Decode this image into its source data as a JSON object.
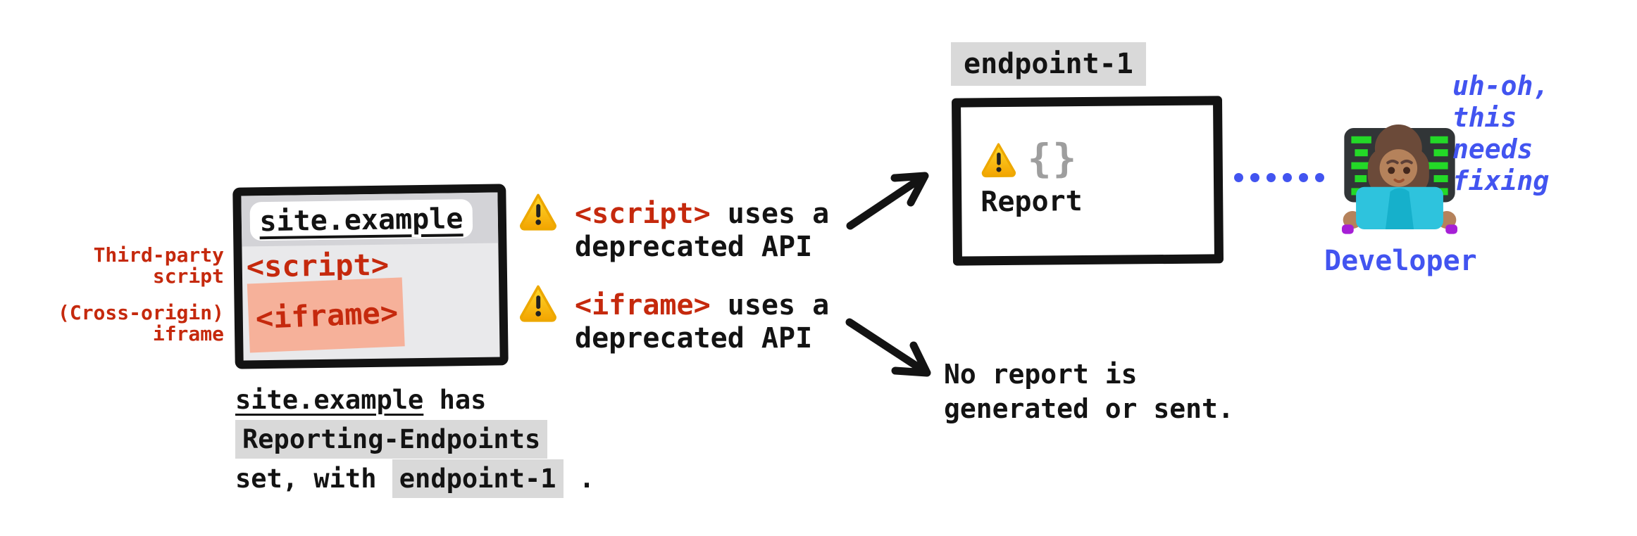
{
  "diagram": {
    "window": {
      "url": "site.example",
      "script_tag": "<script >",
      "iframe_tag": "<iframe>"
    },
    "side_labels": {
      "third_party": "Third-party\nscript",
      "cross_origin": "(Cross-origin)\niframe"
    },
    "caption": {
      "site": "site.example",
      "has": " has",
      "header_name": "Reporting-Endpoints",
      "set_with": "set, with",
      "endpoint": "endpoint-1",
      "period": "."
    },
    "warnings": [
      {
        "tag": "<script >",
        "rest": " uses a",
        "line2": "deprecated API"
      },
      {
        "tag": "<iframe>",
        "rest": " uses a",
        "line2": "deprecated API"
      }
    ],
    "endpoint_box": {
      "label": "endpoint-1",
      "braces": "{}",
      "report": "Report"
    },
    "no_report": "No report is\ngenerated or sent.",
    "developer": {
      "label": "Developer",
      "thought": "uh-oh,\nthis\nneeds\nfixing"
    },
    "icons": {
      "warning": "warning-triangle-emoji",
      "developer": "woman-technologist-emoji",
      "dotted_connector": "dotted-line"
    },
    "colors": {
      "red": "#c5290d",
      "blue": "#4254f0",
      "highlight_gray": "#d9d9d9",
      "iframe_salmon": "#f6b19a",
      "window_body": "#e9e9eb",
      "window_header": "#d3d3d7",
      "braces_gray": "#9e9e9e",
      "ink_black": "#131313"
    }
  }
}
